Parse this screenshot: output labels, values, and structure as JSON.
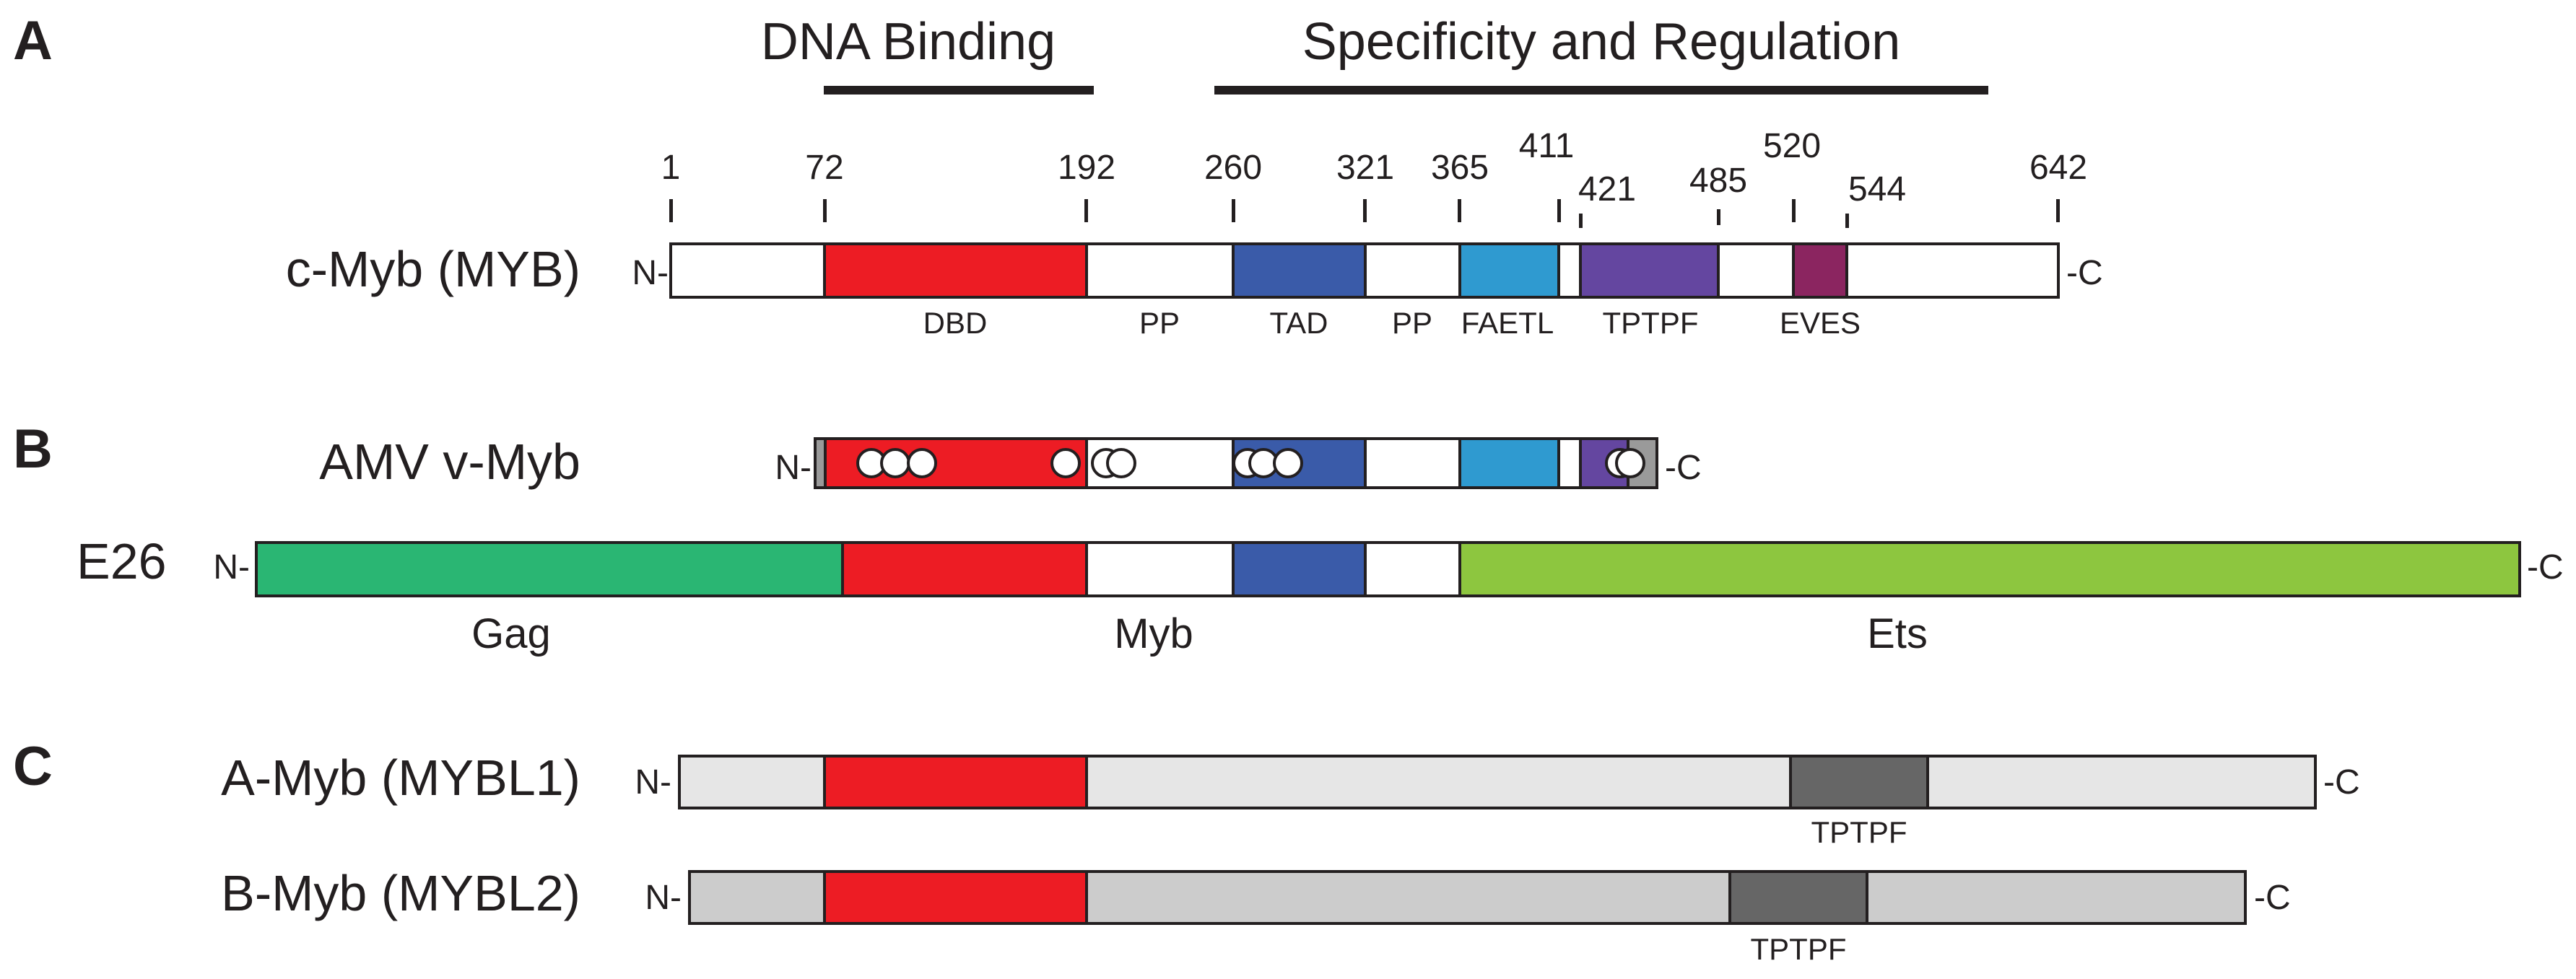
{
  "panels": {
    "a": "A",
    "b": "B",
    "c": "C"
  },
  "headings": {
    "dna_binding": "DNA Binding",
    "specificity": "Specificity and Regulation"
  },
  "terminals": {
    "n": "N-",
    "c": "-C"
  },
  "colors": {
    "dbd": "#ed1c24",
    "tad": "#3a5ba9",
    "faetl": "#2f9ad0",
    "tptpf": "#6446a0",
    "eves": "#8b2560",
    "gag": "#2ab673",
    "ets": "#8dc63f",
    "v_ends": "#9a9a9a",
    "amyb_body": "#e6e6e6",
    "bmyb_body": "#cccccc",
    "tptpf_gray": "#666666",
    "outline": "#231f20"
  },
  "cmyb": {
    "label": "c-Myb (MYB)",
    "positions": [
      "1",
      "72",
      "192",
      "260",
      "321",
      "365",
      "411",
      "421",
      "485",
      "520",
      "544",
      "642"
    ],
    "domains": [
      "DBD",
      "PP",
      "TAD",
      "PP",
      "FAETL",
      "TPTPF",
      "EVES"
    ]
  },
  "vmyb": {
    "label": "AMV v-Myb"
  },
  "e26": {
    "label": "E26",
    "parts": [
      "Gag",
      "Myb",
      "Ets"
    ]
  },
  "amyb": {
    "label": "A-Myb (MYBL1)",
    "domain": "TPTPF"
  },
  "bmyb": {
    "label": "B-Myb (MYBL2)",
    "domain": "TPTPF"
  }
}
